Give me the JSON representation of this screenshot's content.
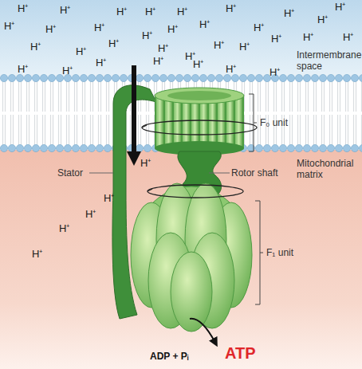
{
  "diagram": {
    "labels": [
      "H⁺",
      "H⁺",
      "H⁺",
      "H⁺",
      "H⁺",
      "H⁺",
      "H⁺",
      "H⁺",
      "H⁺",
      "H⁺",
      "H⁺",
      "H⁺",
      "H⁺",
      "H⁺",
      "H⁺",
      "H⁺",
      "H⁺",
      "H⁺",
      "H⁺",
      "H⁺",
      "H⁺",
      "H⁺",
      "H⁺",
      "H⁺",
      "H⁺",
      "H⁺",
      "H⁺",
      "H⁺",
      "H⁺",
      "H⁺",
      "H⁺",
      "H⁺",
      "H⁺",
      "Intermembrane space",
      "F₀ unit",
      "Stator",
      "Rotor shaft",
      "Mitochondrial matrix",
      "H⁺",
      "H⁺",
      "H⁺",
      "H⁺",
      "H⁺",
      "F₁ unit",
      "ADP + Pᵢ",
      "ATP"
    ]
  }
}
